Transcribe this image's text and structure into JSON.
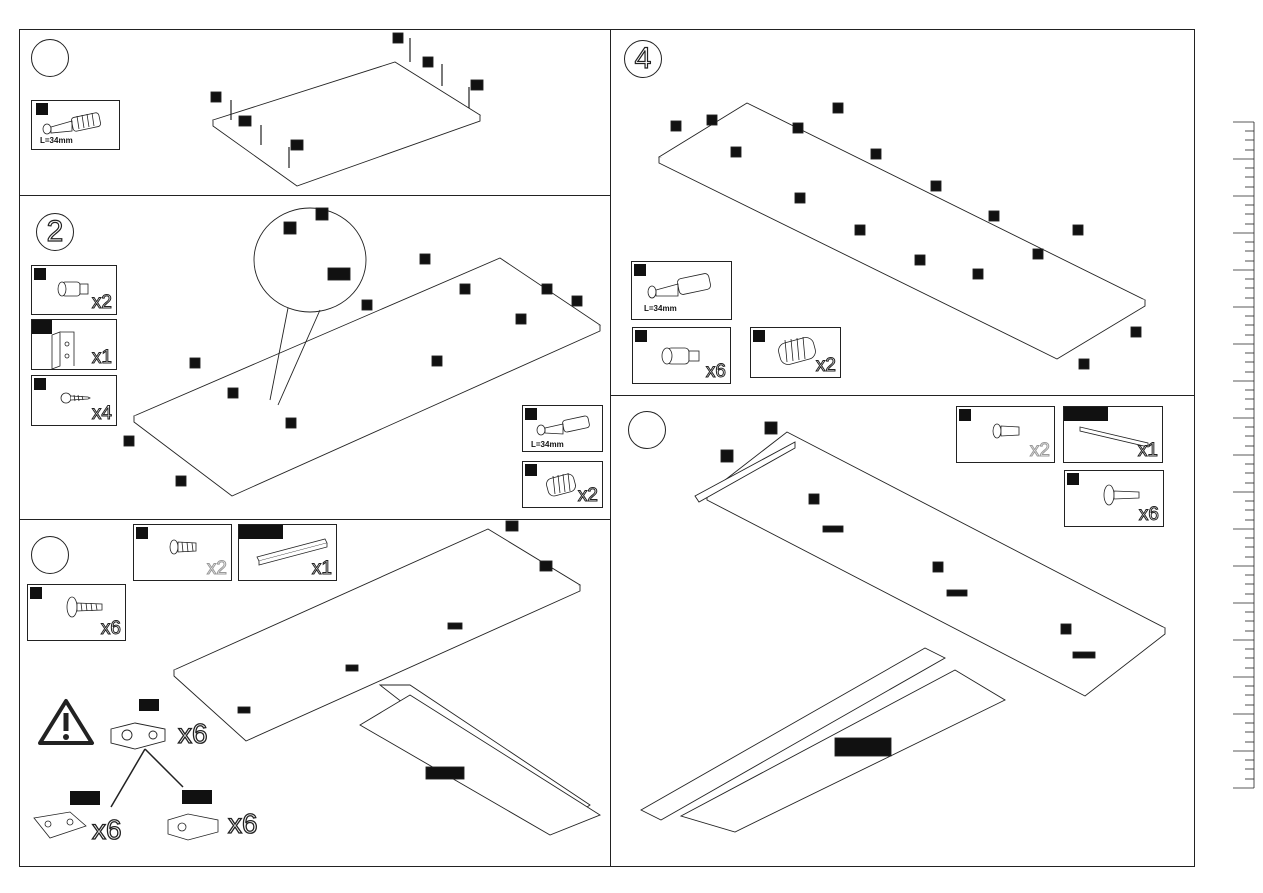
{
  "steps": [
    {
      "number": "",
      "part": {
        "length": "L=34mm"
      }
    },
    {
      "number": "2",
      "parts": [
        {
          "qty": "x2"
        },
        {
          "qty": "x1"
        },
        {
          "qty": "x4"
        },
        {
          "length": "L=34mm"
        },
        {
          "qty": "x2"
        }
      ]
    },
    {
      "number": "",
      "parts": [
        {
          "qty": "x2"
        },
        {
          "qty": "x1"
        },
        {
          "qty": "x6"
        }
      ],
      "hinge": {
        "qty_top": "x6",
        "qty_left": "x6",
        "qty_right": "x6"
      }
    },
    {
      "number": "4",
      "parts": [
        {
          "length": "L=34mm"
        },
        {
          "qty": "x6"
        },
        {
          "qty": "x2"
        }
      ]
    },
    {
      "number": "",
      "parts": [
        {
          "qty": "x2"
        },
        {
          "qty": "x1"
        },
        {
          "qty": "x6"
        }
      ]
    }
  ],
  "icons": {
    "warning": "warning-triangle-icon"
  },
  "colors": {
    "line": "#222222",
    "tag": "#111111"
  }
}
